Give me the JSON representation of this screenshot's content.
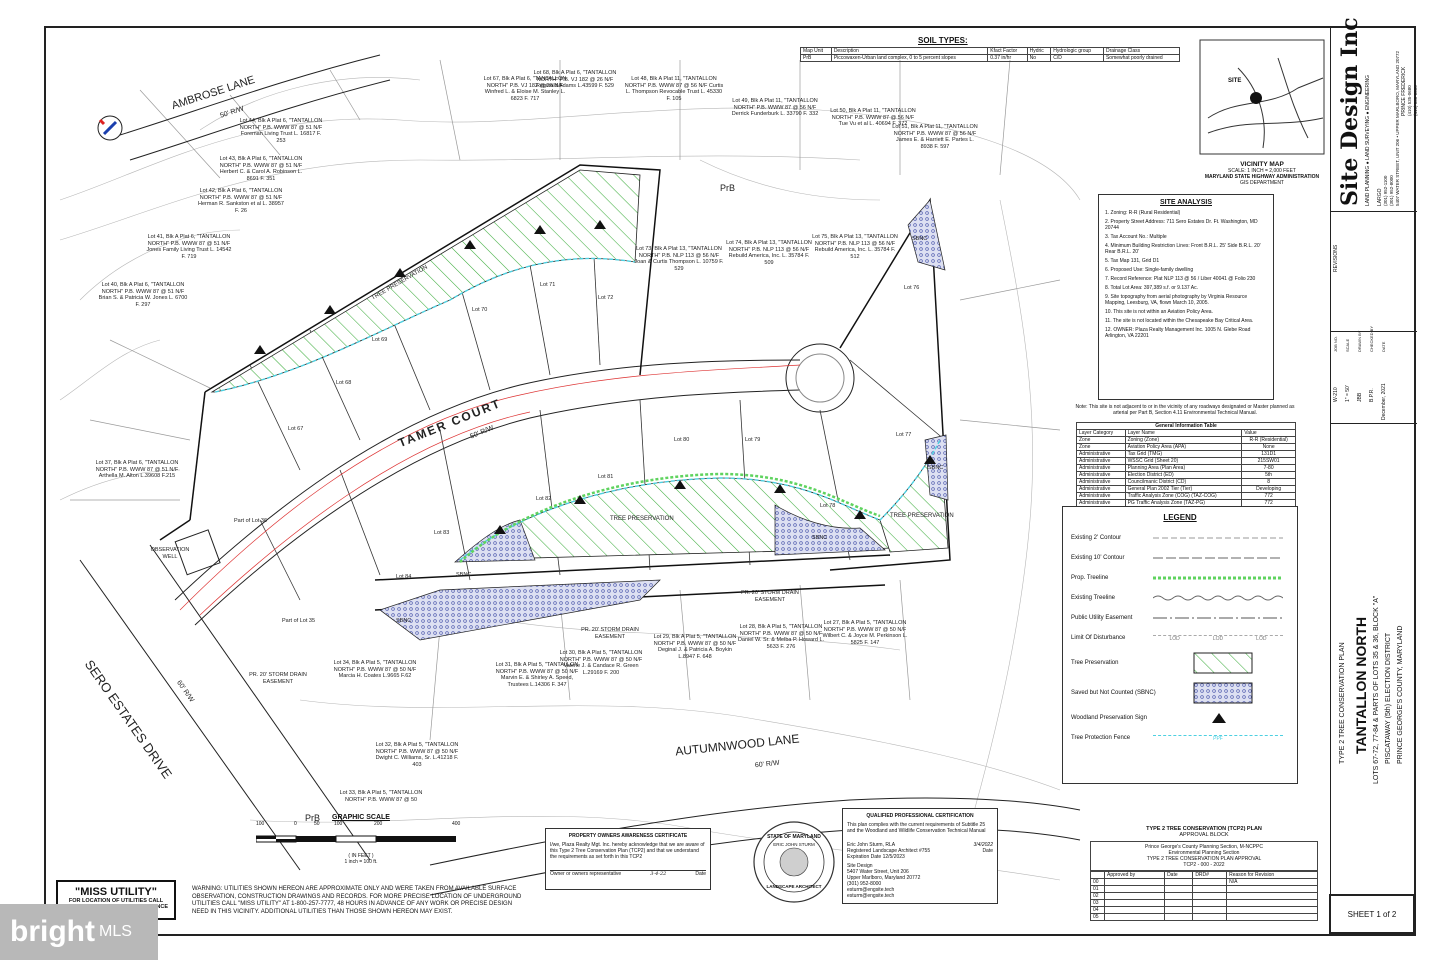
{
  "streets": {
    "ambrose": "AMBROSE LANE",
    "ambrose_rw": "50' R/W",
    "tamer": "TAMER COURT",
    "tamer_rw": "50' R/W",
    "sero": "SERO ESTATES DRIVE",
    "sero_rw": "60' R/W",
    "autumn": "AUTUMNWOOD LANE",
    "autumn_rw": "60' R/W"
  },
  "soil_types": {
    "title": "SOIL TYPES:",
    "headers": [
      "Map Unit",
      "Description",
      "Kfact Factor",
      "Hydric",
      "Hydrologic group",
      "Drainage Class"
    ],
    "row": [
      "PrB",
      "Piccowaxen-Urban land complex, 0 to 5 percent slopes",
      "0.37 in/hr",
      "No",
      "C/D",
      "Somewhat poorly drained"
    ]
  },
  "vicinity": {
    "site": "SITE",
    "title": "VICINITY MAP",
    "scale": "SCALE: 1 INCH = 2,000 FEET",
    "source": "MARYLAND STATE HIGHWAY ADMINISTRATION",
    "dept": "GIS DEPARTMENT"
  },
  "site_analysis": {
    "title": "SITE ANALYSIS",
    "items": [
      "1. Zoning: R-R (Rural Residential)",
      "2. Property Street Address: 711 Sero Estates Dr. Ft. Washington, MD 20744",
      "3. Tax Account No.: Multiple",
      "4. Minimum Building Restriction Lines: Front B.R.L. 25'  Side B.R.L. 20'  Rear B.R.L. 20'",
      "5. Tax Map 131, Grid D1",
      "6. Proposed Use: Single-family dwelling",
      "7. Record Reference: Plat NLP 113 @ 56 / Liber 40041 @ Folio 230",
      "8. Total Lot Area: 397,389 s.f. or 9.137 Ac.",
      "9. Site topography from aerial photography by Virginia Resource Mapping, Leesburg, VA, flown March 10, 2005.",
      "10. This site is not within an Aviation Policy Area.",
      "11. The site is not located within the Chesapeake Bay Critical Area.",
      "12. OWNER: Plaza Realty Management Inc. 1005 N. Glebe Road Arlington, VA 22201"
    ],
    "note": "Note: This site is not adjacent to or in the vicinity of any roadways designated or Master planned as arterial per Part B, Section 4.11 Environmental Technical Manual."
  },
  "general_info": {
    "title": "General Information Table",
    "headers": [
      "Layer Category",
      "Layer Name",
      "Value"
    ],
    "rows": [
      [
        "Zone",
        "Zoning (Zone)",
        "R-R (Residential)"
      ],
      [
        "Zone",
        "Aviation Policy Area (APA)",
        "None"
      ],
      [
        "Administrative",
        "Tax Grid (TMG)",
        "131D1"
      ],
      [
        "Administrative",
        "WSSC Grid (Sheet 20)",
        "215SW01"
      ],
      [
        "Administrative",
        "Planning Area (Plan Area)",
        "7-80"
      ],
      [
        "Administrative",
        "Election District (ED)",
        "5th"
      ],
      [
        "Administrative",
        "Councilmanic District (CD)",
        "8"
      ],
      [
        "Administrative",
        "General Plan 2002 Tier (Tier)",
        "Developing"
      ],
      [
        "Administrative",
        "Traffic Analysis Zone (COG) (TAZ-COG)",
        "772"
      ],
      [
        "Administrative",
        "PG Traffic Analysis Zone (TAZ-PG)",
        "772"
      ]
    ]
  },
  "legend": {
    "title": "LEGEND",
    "items": [
      "Existing 2' Contour",
      "Existing 10' Contour",
      "Prop. Treeline",
      "Existing Treeline",
      "Public Utility Easement",
      "Limit Of Disturbance",
      "Tree Preservation",
      "Saved but Not Counted (SBNC)",
      "Woodland Preservation Sign",
      "Tree Protection Fence"
    ],
    "lod": "LOD",
    "ppf": "PPF"
  },
  "lots": [
    "Lot 67",
    "Lot 68",
    "Lot 69",
    "Lot 70",
    "Lot 71",
    "Lot 72",
    "Lot 76",
    "Lot 77",
    "Lot 78",
    "Lot 79",
    "Lot 80",
    "Lot 81",
    "Lot 82",
    "Lot 83",
    "Lot 84"
  ],
  "plan_labels": {
    "tree_pres": "TREE PRESERVATION",
    "sbnc": "SBNC",
    "prb": "PrB",
    "part35": "Part of Lot 35",
    "part36": "Part of Lot 36",
    "obs_well": "OBSERVATION WELL",
    "storm1": "PR. 20' STORM DRAIN EASEMENT",
    "storm2": "PR. 20' STORM DRAIN EASEMENT",
    "storm3": "PR. 20' STORM DRAIN EASEMENT"
  },
  "owners": [
    "Lot 44, Blk A Plat 6, \"TANTALLON NORTH\" P.B. WWW 87 @ 51 N/F Foreman Living Trust L. 16817 F. 253",
    "Lot 43, Blk A Plat 6, \"TANTALLON NORTH\" P.B. WWW 87 @ 51 N/F Herbert C. & Carol A. Robinson L. 8691 F. 351",
    "Lot 42, Blk A Plat 6, \"TANTALLON NORTH\" P.B. WWW 87 @ 51 N/F Herman R. Sankston et al L. 38957 F. 26",
    "Lot 41, Blk A Plat 6, \"TANTALLON NORTH\" P.B. WWW 87 @ 51 N/F Jones Family Living Trust L. 14542 F. 719",
    "Lot 40, Blk A Plat 6, \"TANTALLON NORTH\" P.B. WWW 87 @ 51 N/F Brian S. & Patricia W. Jones L. 6700 F. 297",
    "Lot 37, Blk A Plat 6, \"TANTALLON NORTH\" P.B. WWW 87 @ 51 N/F Arthella M. Alton L.39608 F.215",
    "Lot 34, Blk A Plat 5, \"TANTALLON NORTH\" P.B. WWW 87 @ 50 N/F Marcia H. Coates L.9665 F.62",
    "Lot 32, Blk A Plat 5, \"TANTALLON NORTH\" P.B. WWW 87 @ 50 N/F Dwight C. Williams, Sr. L.41218 F. 403",
    "Lot 33, Blk A Plat 5, \"TANTALLON NORTH\" P.B. WWW 87 @ 50",
    "Lot 31, Blk A Plat 5, \"TANTALLON NORTH\" P.B. WWW 87 @ 50 N/F Marvin E. & Shirley A. Speed, Trustees L.14306 F. 347",
    "Lot 30, Blk A Plat 5, \"TANTALLON NORTH\" P.B. WWW 87 @ 50 N/F Valerie J. & Candace R. Green L.29169 F. 200",
    "Lot 29, Blk A Plat 5, \"TANTALLON NORTH\" P.B. WWW 87 @ 50 N/F Deginal J. & Patricia A. Boykin L.8947 F. 648",
    "Lot 28, Blk A Plat 5, \"TANTALLON NORTH\" P.B. WWW 87 @ 50 N/F Daniel W. Sr. & Melba P. Howard L. 5633 F. 276",
    "Lot 27, Blk A Plat 5, \"TANTALLON NORTH\" P.B. WWW 87 @ 50 N/F Wilbert C. & Joyce M. Perkinson L. 5825 F. 147",
    "Lot 67, Blk A Plat 6, \"TANTALLON NORTH\" P.B. VJ 182 @ 26 N/F Winfred L. & Eloise M. Stanley L. 6823 F. 717",
    "Lot 68, Blk A Plat 6, \"TANTALLON NORTH\" P.B. VJ 182 @ 26 N/F Reginald Adams L.43599 F. 529",
    "Lot 48, Blk A Plat 11, \"TANTALLON NORTH\" P.B. WWW 87 @ 56 N/F Curtis L. Thompson Revocable Trust L. 45330 F. 105",
    "Lot 49, Blk A Plat 11, \"TANTALLON NORTH\" P.B. WWW 87 @ 56 N/F Derrick Funderburk L. 33790 F. 332",
    "Lot 50, Blk A Plat 11, \"TANTALLON NORTH\" P.B. WWW 87 @ 56 N/F Tue Vu et al L. 40694 F. 372",
    "Lot 51, Blk A Plat 11, \"TANTALLON NORTH\" P.B. WWW 87 @ 56 N/F James E. & Harriett E. Partes L. 8938 F. 597",
    "Lot 73, Blk A Plat 13, \"TANTALLON NORTH\" P.B. NLP 113 @ 56 N/F Joan & Curtis Thompson L. 10759 F. 529",
    "Lot 74, Blk A Plat 13, \"TANTALLON NORTH\" P.B. NLP 113 @ 56 N/F Rebuild America, Inc. L. 35784 F. 509",
    "Lot 75, Blk A Plat 13, \"TANTALLON NORTH\" P.B. NLP 113 @ 56 N/F Rebuild America, Inc. L. 35784 F. 512"
  ],
  "graphic_scale": {
    "title": "GRAPHIC SCALE",
    "ticks": [
      "100",
      "0",
      "50",
      "100",
      "200",
      "400"
    ],
    "units": "( IN FEET )",
    "ratio": "1 inch = 100 ft."
  },
  "miss_utility": {
    "title": "\"MISS UTILITY\"",
    "sub1": "FOR LOCATION OF UTILITIES CALL",
    "sub2": "ANCE"
  },
  "warning": "WARNING: UTILITIES SHOWN HEREON ARE APPROXIMATE ONLY AND WERE TAKEN FROM AVAILABLE SURFACE OBSERVATION, CONSTRUCTION DRAWINGS AND RECORDS. FOR MORE PRECISE LOCATION OF UNDERGROUND UTILITIES CALL \"MISS UTILITY\" AT 1-800-257-7777, 48 HOURS IN ADVANCE OF ANY WORK OR PRECISE DESIGN NEED IN THIS VICINITY. ADDITIONAL UTILITIES THAN THOSE SHOWN HEREON MAY EXIST.",
  "owners_cert": {
    "title": "PROPERTY OWNERS AWARENESS CERTIFICATE",
    "body": "I/we, Plaza Realty Mgt. Inc. hereby acknowledge that we are aware of this Type 2 Tree Conservation Plan (TCP2) and that we understand the requirements as set forth in this TCP2",
    "sig_label": "Owner or owners representative",
    "date_label": "Date",
    "date": "3-4-22"
  },
  "seal": {
    "outer": "STATE OF MARYLAND",
    "inner": "ERIC JOHN STURM",
    "bottom": "LANDSCAPE ARCHITECT"
  },
  "qualified": {
    "title": "QUALIFIED PROFESSIONAL CERTIFICATION",
    "body": "This plan complies with the current requirements of Subtitle 25 and the Woodland and Wildlife Conservation Technical Manual",
    "date": "3/4/2022",
    "name": "Eric John Sturm, RLA",
    "date_label": "Date",
    "lic": "Registered Landscape Architect #755",
    "exp": "Expiration Date 12/5/2023",
    "firm": "Site Design",
    "addr1": "5407 Water Street, Unit 206",
    "addr2": "Upper Marlboro, Maryland 20772",
    "phone": "(301) 952-8000",
    "email1": "esturm@engsite.tech",
    "email2": "esturm@engsite.tech"
  },
  "approval": {
    "title1": "TYPE 2 TREE CONSERVATION (TCP2) PLAN",
    "title2": "APPROVAL BLOCK",
    "l1": "Prince George's County Planning Section, M-NCPPC",
    "l2": "Environmental Planning Section",
    "l3": "TYPE 2 TREE CONSERVATION PLAN APPROVAL",
    "l4": "TCP2 - 000 - 2022",
    "headers": [
      "",
      "Approved by",
      "Date",
      "DRD#",
      "Reason for Revision"
    ],
    "rows": [
      [
        "00",
        "",
        "",
        "",
        "N/A"
      ],
      [
        "01",
        "",
        "",
        "",
        ""
      ],
      [
        "02",
        "",
        "",
        "",
        ""
      ],
      [
        "03",
        "",
        "",
        "",
        ""
      ],
      [
        "04",
        "",
        "",
        "",
        ""
      ],
      [
        "05",
        "",
        "",
        "",
        ""
      ]
    ]
  },
  "title_block": {
    "firm": "Site Design Inc",
    "services": "LAND PLANNING ● LAND SURVEYING ● ENGINEERING",
    "address": "5407 WATER STREET, UNIT 206 • UPPER MARLBORO, MARYLAND 20772",
    "largo": "LARGO",
    "pf": "PRINCE FREDERICK",
    "ph1": "(301) 952-1100",
    "ph2": "(301) 952-8000",
    "ph3": "(410) 535-0680",
    "ph4": "(410) 535-6600",
    "revisions": "REVISIONS",
    "job_no": "W-210",
    "scale": "1\" = 50'",
    "drawn": "JBB",
    "checked": "B.P.R.",
    "date": "December, 2021",
    "job_label": "JOB NO.",
    "scale_label": "SCALE",
    "drawn_label": "DRAWN BY",
    "checked_label": "CHECKED BY",
    "date_label": "DATE",
    "plan_type": "TYPE 2 TREE CONSERVATION PLAN",
    "project": "TANTALLON NORTH",
    "lots": "LOTS 67-72, 77-84 & PARTS OF LOTS 35 & 36, BLOCK \"A\"",
    "district": "PISCATAWAY (5th) ELECTION DISTRICT",
    "county": "PRINCE GEORGE'S COUNTY, MARYLAND",
    "sheet": "SHEET 1 of 2"
  },
  "watermark": {
    "main": "bright",
    "sub": "MLS"
  }
}
